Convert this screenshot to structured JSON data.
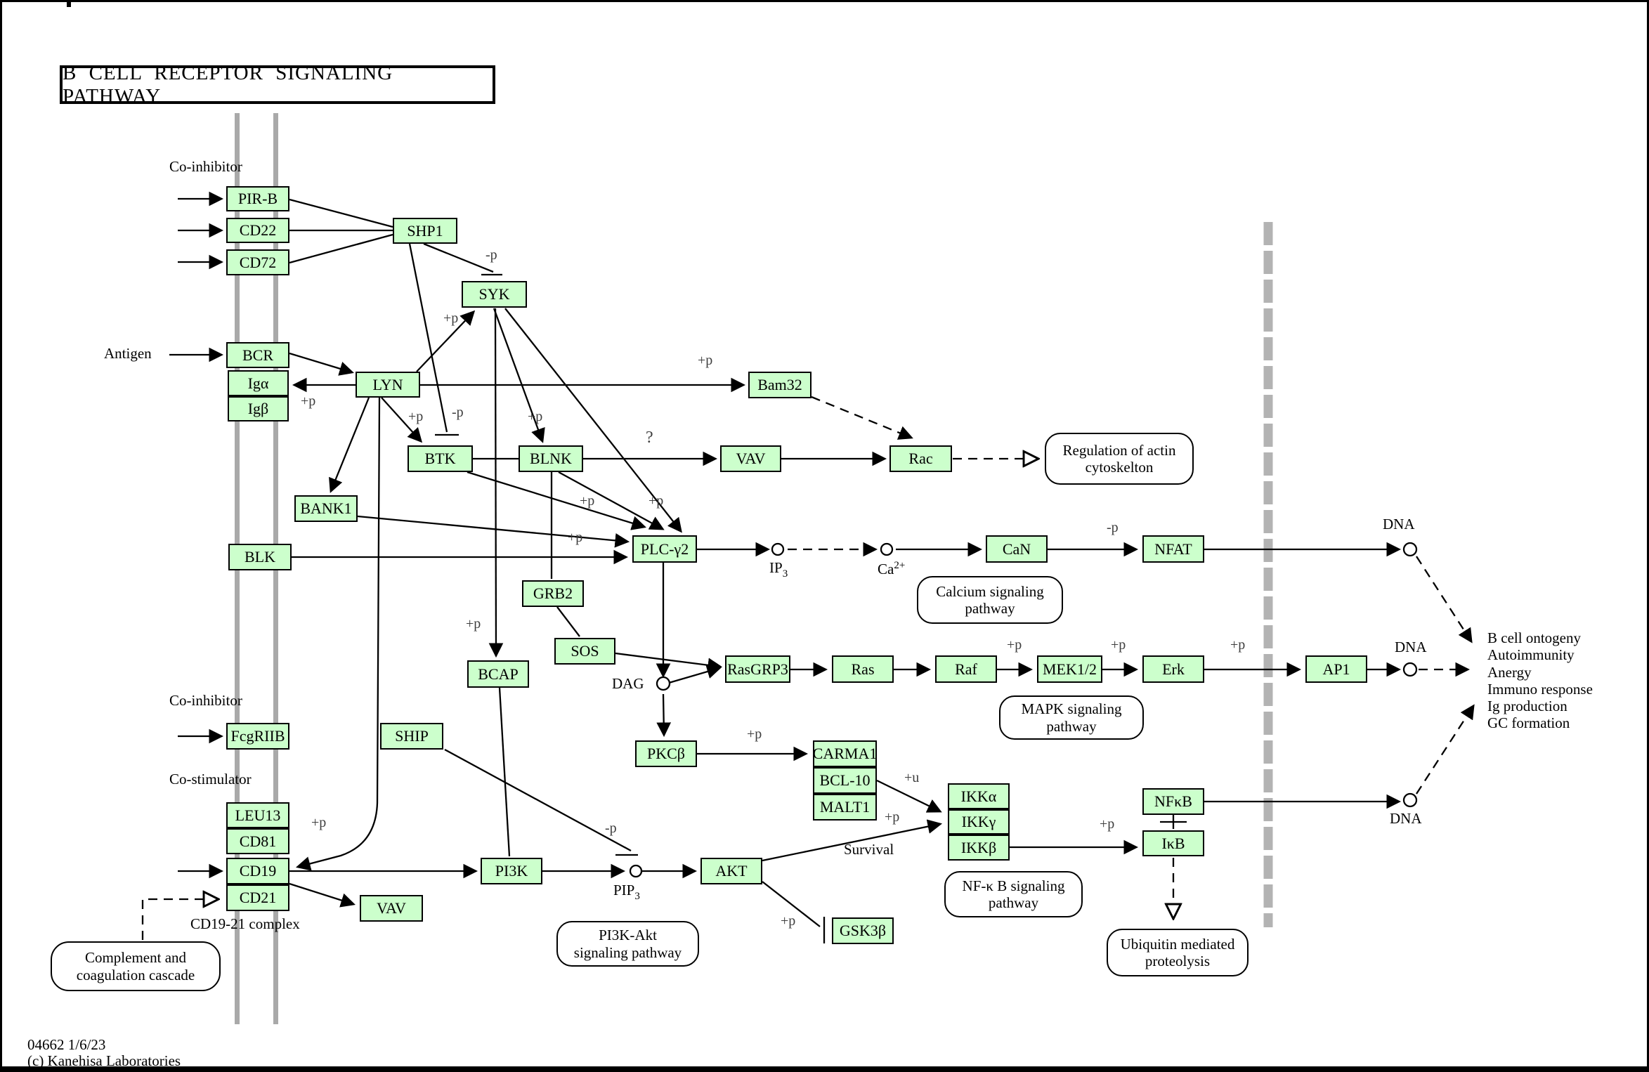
{
  "title": "B  CELL  RECEPTOR  SIGNALING  PATHWAY",
  "footer": {
    "map_id": "04662 1/6/23",
    "copyright": "(c) Kanehisa Laboratories"
  },
  "colors": {
    "node_fill": "#ccffcc",
    "node_border": "#000000",
    "membrane": "#a9a9a9",
    "nuclear_membrane": "#b3b3b3",
    "relation_text": "#3d3d3d"
  },
  "rel": {
    "plus_p": "+p",
    "minus_p": "-p",
    "plus_u": "+u",
    "question": "?"
  },
  "labels": {
    "co_inhibitor": "Co-inhibitor",
    "co_stimulator": "Co-stimulator",
    "antigen": "Antigen",
    "cd19_21": "CD19-21 complex",
    "dag": "DAG",
    "survival": "Survival",
    "dna": "DNA",
    "ip3_base": "IP",
    "ip3_sub": "3",
    "ca_base": "Ca",
    "ca_sup": "2+",
    "pip3_base": "PIP",
    "pip3_sub": "3"
  },
  "nodes": {
    "pir_b": {
      "label": "PIR-B"
    },
    "cd22": {
      "label": "CD22"
    },
    "cd72": {
      "label": "CD72"
    },
    "shp1": {
      "label": "SHP1"
    },
    "syk": {
      "label": "SYK"
    },
    "bcr": {
      "label": "BCR"
    },
    "iga": {
      "label": "Igα"
    },
    "igb": {
      "label": "Igβ"
    },
    "lyn": {
      "label": "LYN"
    },
    "bam32": {
      "label": "Bam32"
    },
    "btk": {
      "label": "BTK"
    },
    "blnk": {
      "label": "BLNK"
    },
    "vav_top": {
      "label": "VAV"
    },
    "rac": {
      "label": "Rac"
    },
    "bank1": {
      "label": "BANK1"
    },
    "blk": {
      "label": "BLK"
    },
    "plc_g2": {
      "label": "PLC-γ2"
    },
    "grb2": {
      "label": "GRB2"
    },
    "sos": {
      "label": "SOS"
    },
    "bcap": {
      "label": "BCAP"
    },
    "rasgrp3": {
      "label": "RasGRP3"
    },
    "ras": {
      "label": "Ras"
    },
    "raf": {
      "label": "Raf"
    },
    "mek12": {
      "label": "MEK1/2"
    },
    "erk": {
      "label": "Erk"
    },
    "ap1": {
      "label": "AP1"
    },
    "can": {
      "label": "CaN"
    },
    "nfat": {
      "label": "NFAT"
    },
    "fcgriib": {
      "label": "FcgRIIB"
    },
    "ship": {
      "label": "SHIP"
    },
    "leu13": {
      "label": "LEU13"
    },
    "cd81": {
      "label": "CD81"
    },
    "cd19": {
      "label": "CD19"
    },
    "cd21": {
      "label": "CD21"
    },
    "vav_bottom": {
      "label": "VAV"
    },
    "pi3k": {
      "label": "PI3K"
    },
    "akt": {
      "label": "AKT"
    },
    "gsk3b": {
      "label": "GSK3β"
    },
    "pkcb": {
      "label": "PKCβ"
    },
    "carma1": {
      "label": "CARMA1"
    },
    "bcl10": {
      "label": "BCL-10"
    },
    "malt1": {
      "label": "MALT1"
    },
    "ikka": {
      "label": "IKKα"
    },
    "ikkg": {
      "label": "IKKγ"
    },
    "ikkb": {
      "label": "IKKβ"
    },
    "nfkb": {
      "label": "NFκB"
    },
    "ikb": {
      "label": "IκB"
    }
  },
  "pathways": {
    "actin": {
      "line1": "Regulation of actin",
      "line2": "cytoskelton"
    },
    "calcium": {
      "line1": "Calcium signaling",
      "line2": "pathway"
    },
    "mapk": {
      "line1": "MAPK signaling",
      "line2": "pathway"
    },
    "pi3k_akt": {
      "line1": "PI3K-Akt",
      "line2": "signaling pathway"
    },
    "nfkb_path": {
      "line1": "NF-κ B signaling",
      "line2": "pathway"
    },
    "ubiquitin": {
      "line1": "Ubiquitin mediated",
      "line2": "proteolysis"
    },
    "complement": {
      "line1": "Complement and",
      "line2": "coagulation cascade"
    }
  },
  "outputs": [
    "B cell ontogeny",
    "Autoimmunity",
    "Anergy",
    "Immuno response",
    "Ig production",
    "GC formation"
  ]
}
